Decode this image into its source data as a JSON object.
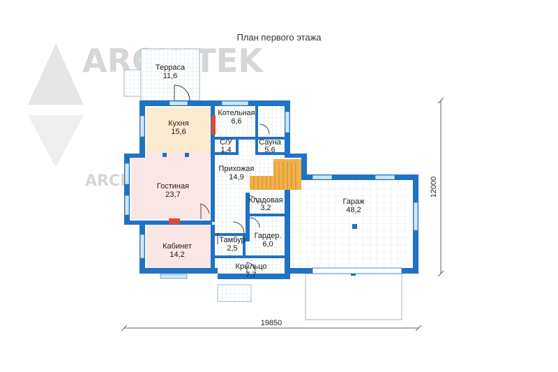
{
  "title": "План первого этажа",
  "watermark": {
    "logo": "ARCHITEK",
    "url": "ARCHITEK.SPB.RU"
  },
  "rooms": [
    {
      "id": "terrace",
      "name": "Терраса",
      "area": "11,6"
    },
    {
      "id": "kitchen",
      "name": "Кухня",
      "area": "15,6"
    },
    {
      "id": "boiler",
      "name": "Котельная",
      "area": "6,6"
    },
    {
      "id": "wc",
      "name": "С/У",
      "area": "1,4"
    },
    {
      "id": "sauna",
      "name": "Сауна",
      "area": "5,6"
    },
    {
      "id": "hall",
      "name": "Прихожая",
      "area": "14,9"
    },
    {
      "id": "living",
      "name": "Гостиная",
      "area": "23,7"
    },
    {
      "id": "garage",
      "name": "Гараж",
      "area": "48,2"
    },
    {
      "id": "pantry",
      "name": "Кладовая",
      "area": "3,2"
    },
    {
      "id": "wardrobe",
      "name": "Гардер.",
      "area": "6,0"
    },
    {
      "id": "tambour",
      "name": "Тамбур",
      "area": "2,5"
    },
    {
      "id": "study",
      "name": "Кабинет",
      "area": "14,2"
    },
    {
      "id": "porch",
      "name": "Крыльцо",
      "area": "7,7"
    }
  ],
  "dimensions": {
    "width": "19850",
    "depth": "12000"
  },
  "colors": {
    "wall": "#1f72c4",
    "kitchen_floor": "#fbecd0",
    "living_floor": "#fbe6e6",
    "tile_grid": "#c6dbe6",
    "stairs": "#f2b24a"
  }
}
